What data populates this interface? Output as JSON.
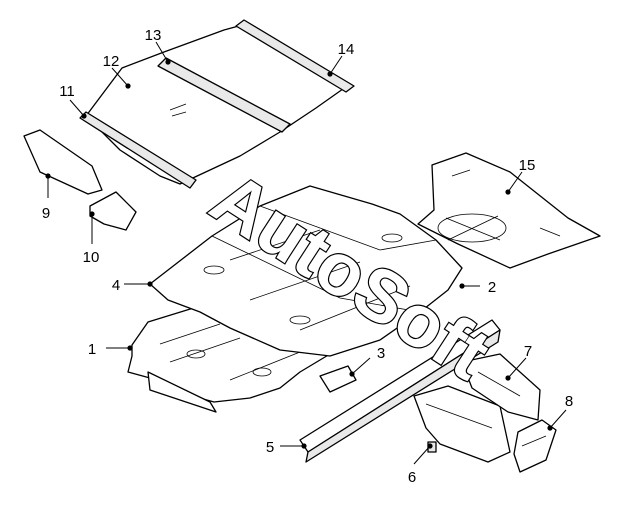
{
  "watermark": "AutoSoft",
  "callouts": [
    {
      "label": "1"
    },
    {
      "label": "2"
    },
    {
      "label": "3"
    },
    {
      "label": "4"
    },
    {
      "label": "5"
    },
    {
      "label": "6"
    },
    {
      "label": "7"
    },
    {
      "label": "8"
    },
    {
      "label": "9"
    },
    {
      "label": "10"
    },
    {
      "label": "11"
    },
    {
      "label": "12"
    },
    {
      "label": "13"
    },
    {
      "label": "14"
    },
    {
      "label": "15"
    }
  ]
}
